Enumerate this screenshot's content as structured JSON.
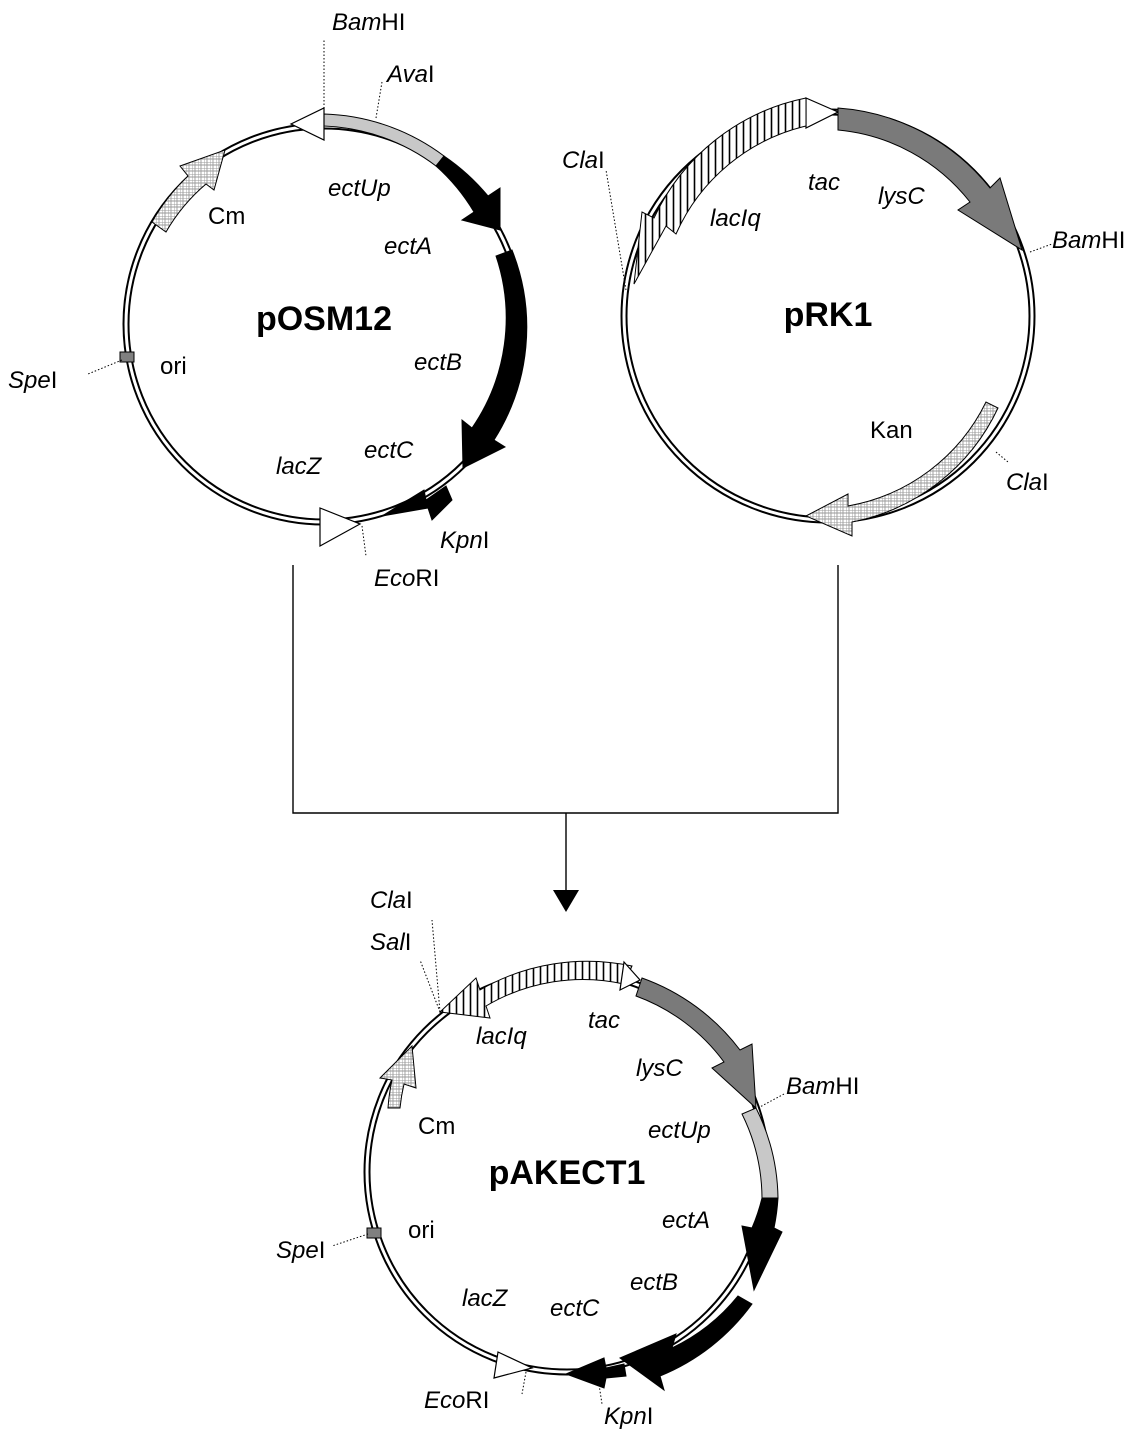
{
  "colors": {
    "black_gene": "#000000",
    "upstream_gray": "#c8c8c8",
    "lysC_gray": "#7a7a7a",
    "ori_marker": "#808080",
    "promoter_white": "#ffffff"
  },
  "plasmids": {
    "posm12": {
      "name": "pOSM12",
      "features": {
        "ectUp": "ectUp",
        "ectA": "ectA",
        "ectB": "ectB",
        "ectC": "ectC",
        "lacZ": "lacZ",
        "ori": "ori",
        "cm": "Cm"
      },
      "sites": {
        "bamhi": [
          "Bam",
          "HI"
        ],
        "aval": [
          "Ava",
          "I"
        ],
        "spei": [
          "Spe",
          "I"
        ],
        "kpni": [
          "Kpn",
          "I"
        ],
        "ecori": [
          "Eco",
          "RI"
        ]
      }
    },
    "prk1": {
      "name": "pRK1",
      "features": {
        "tac": "tac",
        "lysC": "lysC",
        "laclq": "lacIq",
        "kan": "Kan"
      },
      "sites": {
        "clai_top": [
          "Cla",
          "I"
        ],
        "bamhi": [
          "Bam",
          "HI"
        ],
        "clai_bottom": [
          "Cla",
          "I"
        ]
      }
    },
    "pakect1": {
      "name": "pAKECT1",
      "features": {
        "laclq": "lacIq",
        "tac": "tac",
        "lysC": "lysC",
        "ectUp": "ectUp",
        "ectA": "ectA",
        "ectB": "ectB",
        "ectC": "ectC",
        "lacZ": "lacZ",
        "ori": "ori",
        "cm": "Cm"
      },
      "sites": {
        "clai": [
          "Cla",
          "I"
        ],
        "sali": [
          "Sal",
          "I"
        ],
        "bamhi": [
          "Bam",
          "HI"
        ],
        "spei": [
          "Spe",
          "I"
        ],
        "ecori": [
          "Eco",
          "RI"
        ],
        "kpni": [
          "Kpn",
          "I"
        ]
      }
    }
  }
}
